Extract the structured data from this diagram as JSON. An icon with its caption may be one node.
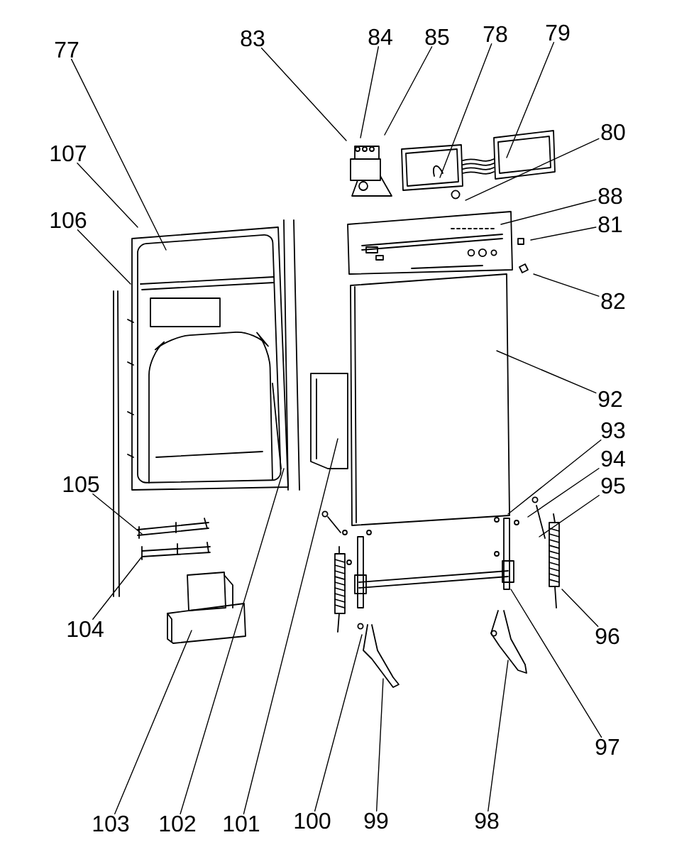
{
  "diagram": {
    "nodes": [
      {
        "text": [
          "83"
        ]
      },
      {
        "text": [
          "84"
        ]
      },
      {
        "text": [
          "85"
        ]
      },
      {
        "text": [
          "78"
        ]
      },
      {
        "text": [
          "79"
        ]
      },
      {
        "text": [
          "77"
        ]
      },
      {
        "text": [
          "80"
        ]
      },
      {
        "text": [
          "107"
        ]
      },
      {
        "text": [
          "88"
        ]
      },
      {
        "text": [
          "81"
        ]
      },
      {
        "text": [
          "106"
        ]
      },
      {
        "text": [
          "82"
        ]
      },
      {
        "text": [
          "92"
        ]
      },
      {
        "text": [
          "93"
        ]
      },
      {
        "text": [
          "94"
        ]
      },
      {
        "text": [
          "95"
        ]
      },
      {
        "text": [
          "105"
        ]
      },
      {
        "text": [
          "96"
        ]
      },
      {
        "text": [
          "104"
        ]
      },
      {
        "text": [
          "97"
        ]
      },
      {
        "text": [
          "103"
        ]
      },
      {
        "text": [
          "102"
        ]
      },
      {
        "text": [
          "101"
        ]
      },
      {
        "text": [
          "100"
        ]
      },
      {
        "text": [
          "99"
        ]
      },
      {
        "text": [
          "98"
        ]
      }
    ],
    "edges": [
      {
        "from": 0,
        "to": null,
        "arrow": "none"
      },
      {
        "from": 1,
        "to": null,
        "arrow": "none"
      },
      {
        "from": 2,
        "to": null,
        "arrow": "none"
      },
      {
        "from": 3,
        "to": null,
        "arrow": "none"
      },
      {
        "from": 4,
        "to": null,
        "arrow": "none"
      },
      {
        "from": 5,
        "to": null,
        "arrow": "none"
      },
      {
        "from": 6,
        "to": null,
        "arrow": "none"
      },
      {
        "from": 7,
        "to": null,
        "arrow": "none"
      },
      {
        "from": 8,
        "to": null,
        "arrow": "none"
      },
      {
        "from": 9,
        "to": null,
        "arrow": "none"
      },
      {
        "from": 10,
        "to": null,
        "arrow": "none"
      },
      {
        "from": 11,
        "to": null,
        "arrow": "none"
      },
      {
        "from": 12,
        "to": null,
        "arrow": "none"
      },
      {
        "from": 13,
        "to": null,
        "arrow": "none"
      },
      {
        "from": 14,
        "to": null,
        "arrow": "none"
      },
      {
        "from": 15,
        "to": null,
        "arrow": "none"
      },
      {
        "from": 16,
        "to": null,
        "arrow": "none"
      },
      {
        "from": 17,
        "to": null,
        "arrow": "none"
      },
      {
        "from": 18,
        "to": null,
        "arrow": "none"
      },
      {
        "from": 19,
        "to": null,
        "arrow": "none"
      },
      {
        "from": 20,
        "to": null,
        "arrow": "none"
      },
      {
        "from": 21,
        "to": null,
        "arrow": "none"
      },
      {
        "from": 22,
        "to": null,
        "arrow": "none"
      },
      {
        "from": 23,
        "to": null,
        "arrow": "none"
      },
      {
        "from": 24,
        "to": null,
        "arrow": "none"
      },
      {
        "from": 25,
        "to": null,
        "arrow": "none"
      }
    ]
  }
}
